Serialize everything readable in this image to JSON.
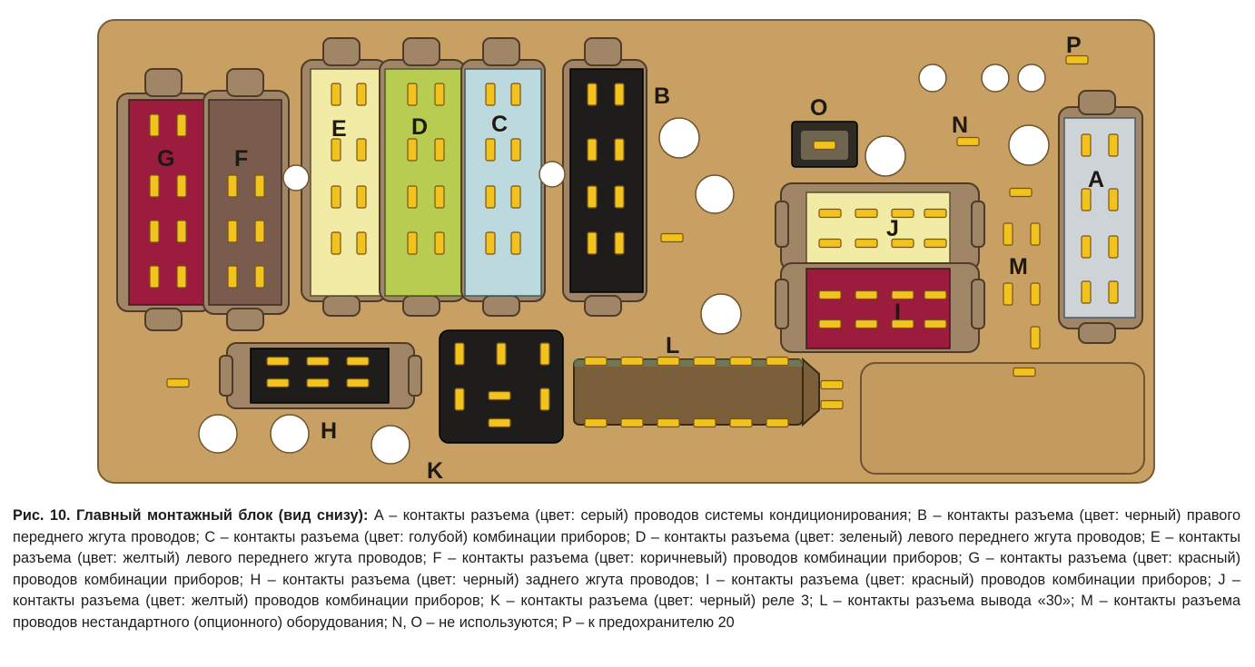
{
  "labels": {
    "A": "A",
    "B": "B",
    "C": "C",
    "D": "D",
    "E": "E",
    "F": "F",
    "G": "G",
    "H": "H",
    "I": "I",
    "J": "J",
    "K": "K",
    "L": "L",
    "M": "M",
    "N": "N",
    "O": "O",
    "P": "P"
  },
  "caption": {
    "title": "Рис. 10. Главный монтажный блок (вид снизу):",
    "text": "A – контакты разъема (цвет: серый) проводов системы кондиционирования; B – контакты разъема (цвет: черный) правого переднего жгута проводов; C – контакты разъема (цвет: голубой) комбинации приборов; D – контакты разъема (цвет: зеленый) левого переднего жгута проводов; E – контакты разъема (цвет: желтый) левого переднего жгута проводов; F – контакты разъема (цвет: коричневый) проводов комбинации приборов; G – контакты разъема (цвет: красный) проводов комбинации приборов; H – контакты разъема (цвет: черный) заднего жгута проводов; I – контакты разъема (цвет: красный) проводов комбинации приборов; J – контакты разъема (цвет: желтый) проводов комбинации приборов; K – контакты разъема (цвет: черный) реле 3; L – контакты разъема вывода «30»; M – контакты разъема проводов нестандартного (опционного) оборудования; N, O – не используются; P – к предохранителю 20"
  },
  "colors": {
    "board": "#c9a063",
    "pin": "#f2c21e",
    "red": "#9b1c3c",
    "brown": "#7a5c4e",
    "yellow": "#f1eba5",
    "green": "#b9cc52",
    "blue": "#bcd9de",
    "black": "#1f1d1b",
    "gray": "#cdd3d6"
  }
}
